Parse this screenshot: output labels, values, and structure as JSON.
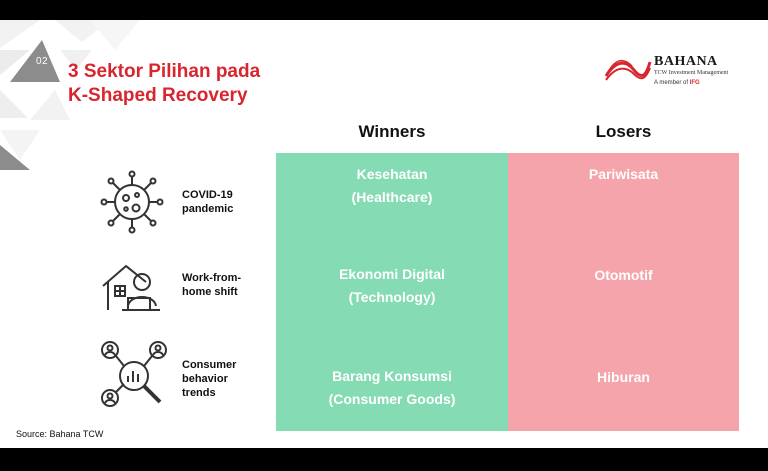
{
  "slide": {
    "number": "02",
    "title_line1": "3 Sektor Pilihan pada",
    "title_line2": "K-Shaped Recovery",
    "source": "Source: Bahana TCW"
  },
  "logo": {
    "name": "BAHANA",
    "subtitle": "TCW Investment Management",
    "member_prefix": "A member of",
    "member_brand": "IFG"
  },
  "columns": {
    "winners": "Winners",
    "losers": "Losers"
  },
  "drivers": [
    {
      "icon": "virus-icon",
      "line1": "COVID-19",
      "line2": "pandemic",
      "line3": ""
    },
    {
      "icon": "home-work-icon",
      "line1": "Work-from-",
      "line2": "home shift",
      "line3": ""
    },
    {
      "icon": "consumer-analytics-icon",
      "line1": "Consumer",
      "line2": "behavior",
      "line3": "trends"
    }
  ],
  "winners": [
    {
      "line1": "Kesehatan",
      "line2": "(Healthcare)"
    },
    {
      "line1": "Ekonomi Digital",
      "line2": "(Technology)"
    },
    {
      "line1": "Barang Konsumsi",
      "line2": "(Consumer Goods)"
    }
  ],
  "losers": [
    {
      "line1": "Pariwisata"
    },
    {
      "line1": "Otomotif"
    },
    {
      "line1": "Hiburan"
    }
  ],
  "colors": {
    "title": "#d7262e",
    "winners_fill": "#85dbb4",
    "losers_fill": "#f4a4aa",
    "deco": "#8c8c8c"
  }
}
